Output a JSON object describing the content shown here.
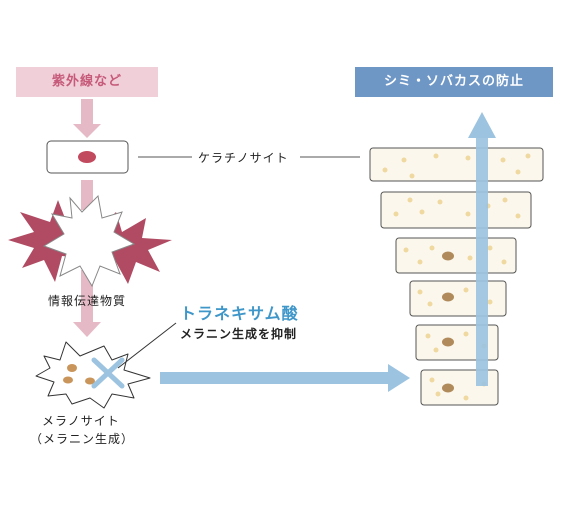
{
  "labels": {
    "uv": "紫外線など",
    "goal": "シミ・ソバカスの防止",
    "keratinocyte": "ケラチノサイト",
    "transmitter": "情報伝達物質",
    "tranexamic": "トラネキサム酸",
    "inhibit": "メラニン生成を抑制",
    "melanocyte": "メラノサイト",
    "melanocyte_sub": "（メラニン生成）"
  },
  "colors": {
    "uv_box": "#f0cfd8",
    "uv_text": "#c65a7a",
    "goal_box": "#6f97c6",
    "pink_arrow": "#e6b9c6",
    "blue_arrow": "#9cc3e0",
    "burst": "#b04b63",
    "nucleus": "#c24a5e",
    "melanin": "#b08a5a",
    "dot": "#f1dea8",
    "cross": "#9cc3e0"
  }
}
